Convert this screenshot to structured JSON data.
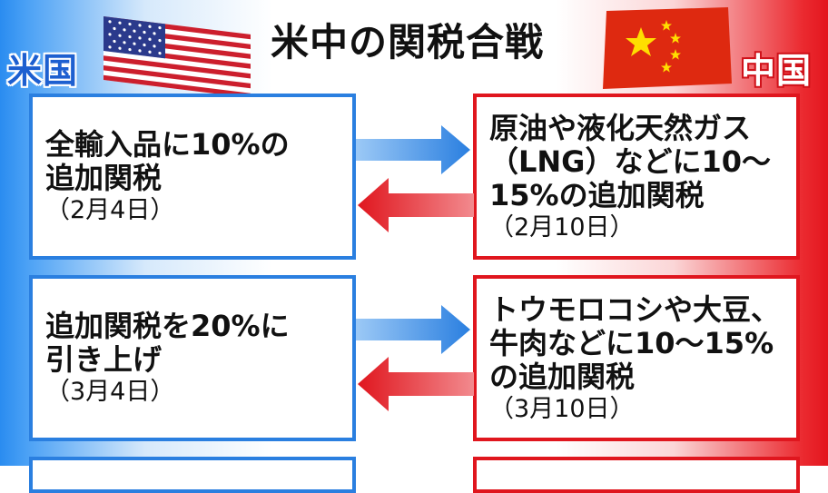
{
  "title": "米中の関税合戦",
  "left_label": "米国",
  "right_label": "中国",
  "colors": {
    "us_blue": "#2a7fe0",
    "cn_red": "#e0161e",
    "flag_red": "#cc1f2d",
    "flag_blue": "#2b3a8c",
    "star_yellow": "#ffde00"
  },
  "icons": {
    "us_flag": "us-flag-icon",
    "cn_flag": "china-flag-icon",
    "to_right": "arrow-right-icon",
    "to_left": "arrow-left-icon"
  },
  "rows": [
    {
      "us": {
        "lines": [
          "全輸入品に10%の",
          "追加関税"
        ],
        "date": "（2月4日）"
      },
      "cn": {
        "lines": [
          "原油や液化天然ガス",
          "（LNG）などに10～",
          "15%の追加関税"
        ],
        "date": "（2月10日）"
      }
    },
    {
      "us": {
        "lines": [
          "追加関税を20%に",
          "引き上げ"
        ],
        "date": "（3月4日）"
      },
      "cn": {
        "lines": [
          "トウモロコシや大豆、",
          "牛肉などに10～15%",
          "の追加関税"
        ],
        "date": "（3月10日）"
      }
    }
  ]
}
